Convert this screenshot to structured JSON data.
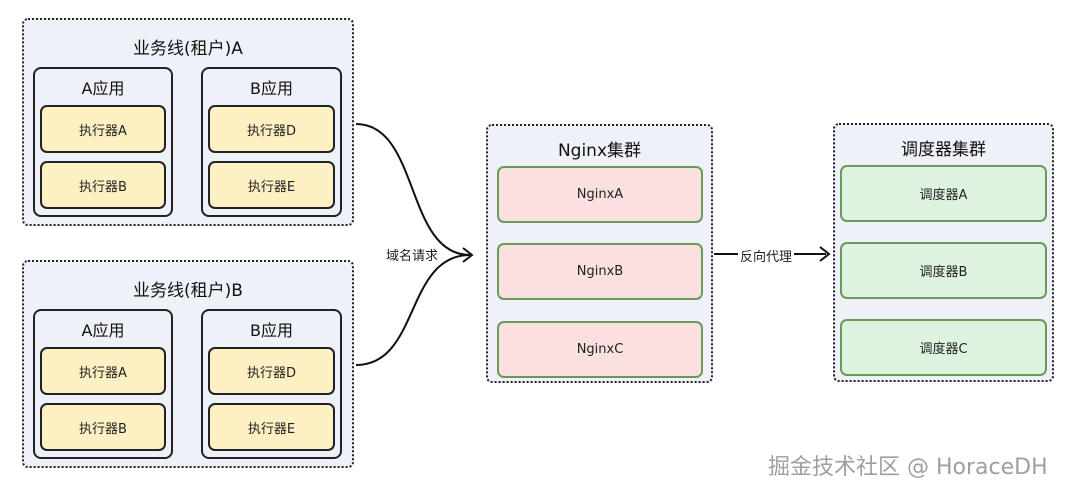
{
  "tenants": [
    {
      "title": "业务线(租户)A",
      "apps": [
        {
          "title": "A应用",
          "executors": [
            "执行器A",
            "执行器B"
          ]
        },
        {
          "title": "B应用",
          "executors": [
            "执行器D",
            "执行器E"
          ]
        }
      ]
    },
    {
      "title": "业务线(租户)B",
      "apps": [
        {
          "title": "A应用",
          "executors": [
            "执行器A",
            "执行器B"
          ]
        },
        {
          "title": "B应用",
          "executors": [
            "执行器D",
            "执行器E"
          ]
        }
      ]
    }
  ],
  "nginx_cluster": {
    "title": "Nginx集群",
    "nodes": [
      "NginxA",
      "NginxB",
      "NginxC"
    ]
  },
  "scheduler_cluster": {
    "title": "调度器集群",
    "nodes": [
      "调度器A",
      "调度器B",
      "调度器C"
    ]
  },
  "edges": {
    "domain_request": "域名请求",
    "reverse_proxy": "反向代理"
  },
  "watermark": "掘金技术社区 @ HoraceDH",
  "colors": {
    "group_bg": "#eef1f7",
    "executor_fill": "#fdf0c3",
    "nginx_fill": "#fbe0e0",
    "scheduler_fill": "#ddf2df",
    "node_border_green": "#6a9a5a"
  }
}
